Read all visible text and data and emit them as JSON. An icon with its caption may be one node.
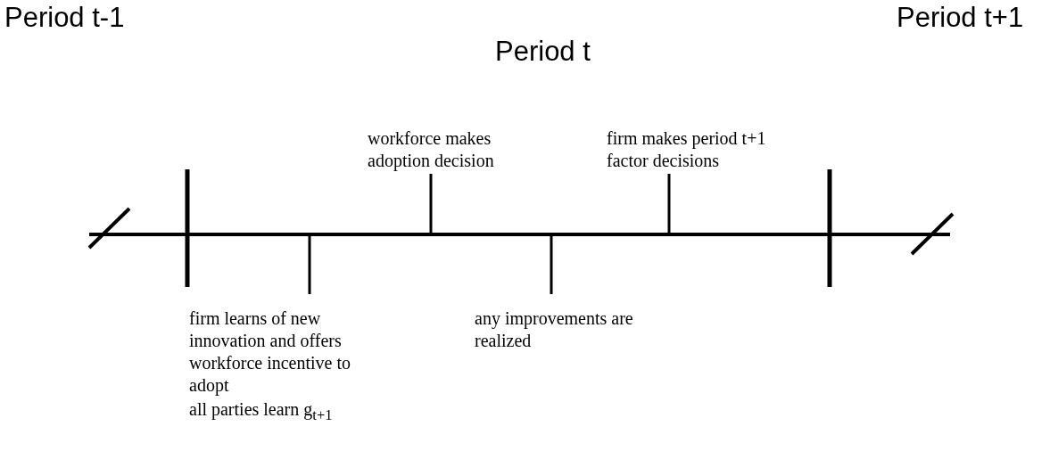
{
  "diagram": {
    "labels": [
      "Period t-1",
      "Period t",
      "Period t+1",
      "workforce makes adoption decision",
      "firm makes period t+1 factor decisions",
      "firm learns of new innovation and offers workforce incentive to adopt",
      "all parties learn g$_{t+1}$",
      "any improvements are realized"
    ]
  }
}
